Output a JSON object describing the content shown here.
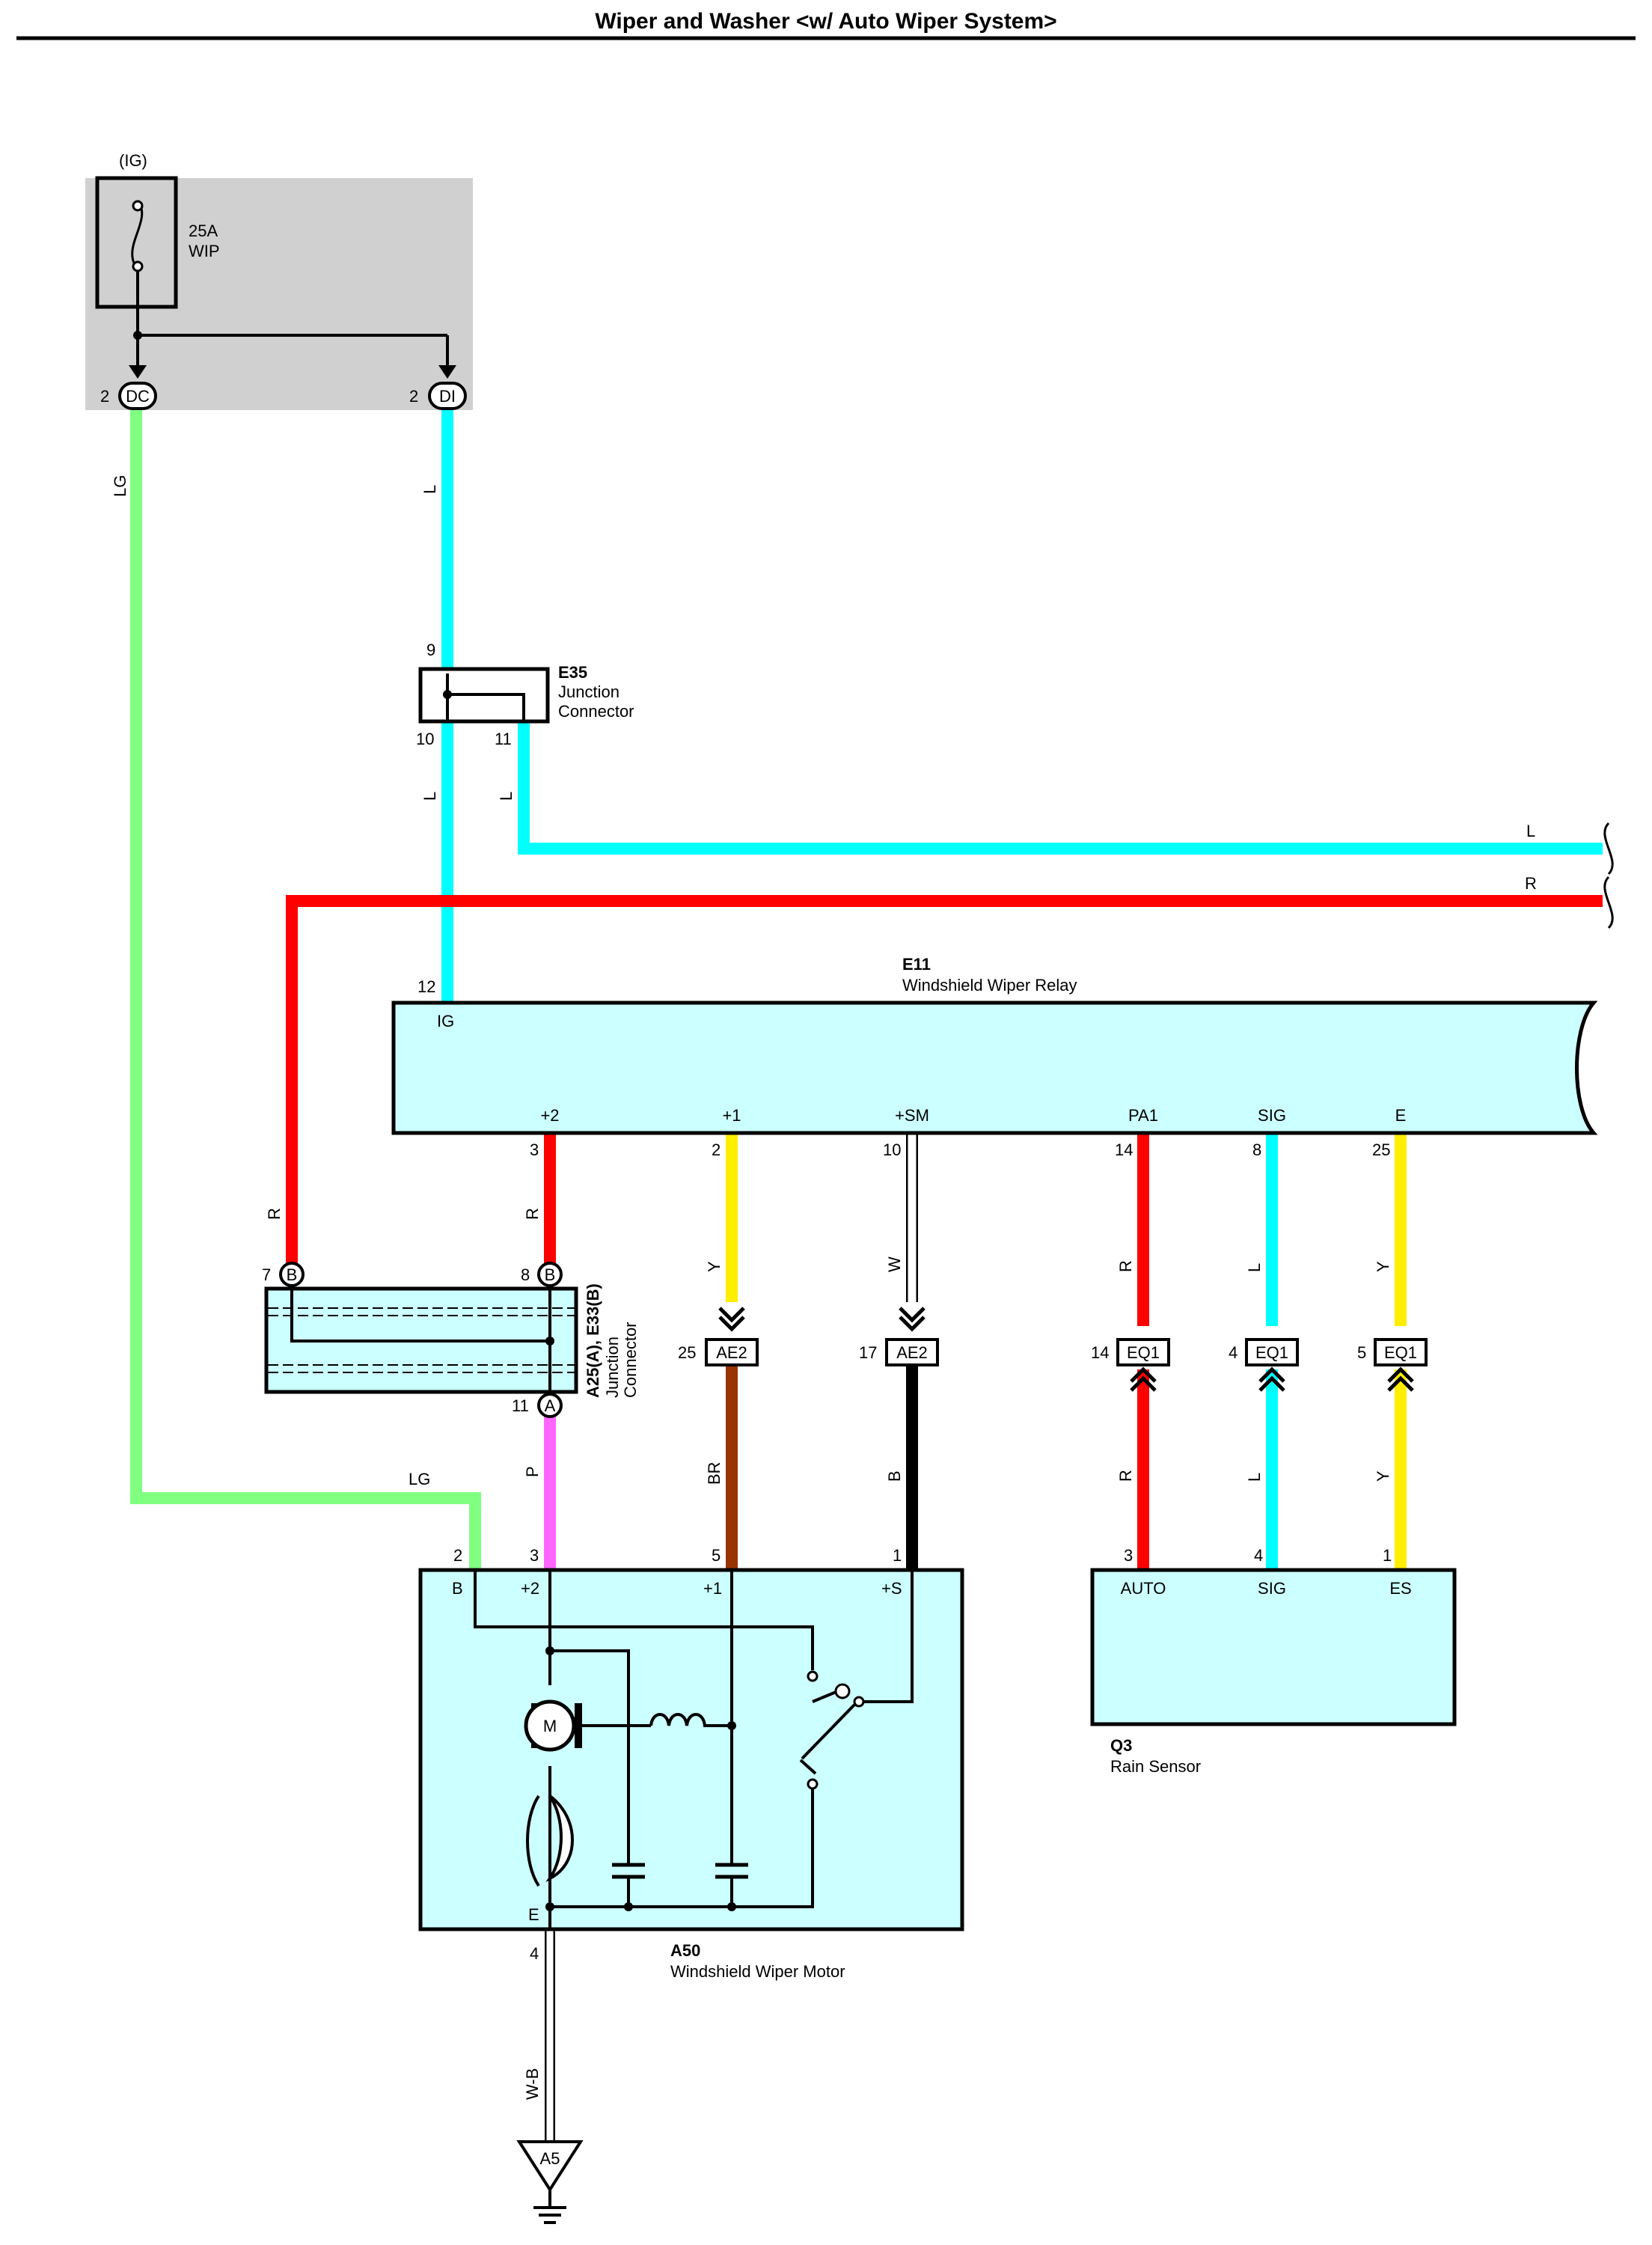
{
  "title": "Wiper and Washer <w/ Auto Wiper System>",
  "colors": {
    "LG": "#80ff80",
    "L": "#00ffff",
    "R": "#ff0000",
    "Y": "#ffee00",
    "W": "#ffffff",
    "BR": "#993300",
    "B": "#000000",
    "P": "#ff66ff",
    "W-B": "#ffffff",
    "component_fill": "#ccffff",
    "fuse_box_fill": "#d0d0d0"
  },
  "fuse_block": {
    "label": "(IG)",
    "fuse_rating": "25A",
    "fuse_name": "WIP",
    "pin_dc": "2",
    "code_dc": "DC",
    "pin_di": "2",
    "code_di": "DI"
  },
  "e35": {
    "code": "E35",
    "name_line1": "Junction",
    "name_line2": "Connector",
    "pin_in": "9",
    "pin_out1": "10",
    "pin_out2": "11"
  },
  "e11": {
    "code": "E11",
    "name": "Windshield Wiper Relay",
    "pin_ig_num": "12",
    "pin_ig": "IG",
    "pins": [
      {
        "name": "+2",
        "num": "3"
      },
      {
        "name": "+1",
        "num": "2"
      },
      {
        "name": "+SM",
        "num": "10"
      },
      {
        "name": "PA1",
        "num": "14"
      },
      {
        "name": "SIG",
        "num": "8"
      },
      {
        "name": "E",
        "num": "25"
      }
    ]
  },
  "junction_a25": {
    "code": "A25(A), E33(B)",
    "name_line1": "Junction",
    "name_line2": "Connector",
    "pin7": "7",
    "pin7_code": "B",
    "pin8": "8",
    "pin8_code": "B",
    "pin11": "11",
    "pin11_code": "A"
  },
  "inline_connectors": [
    {
      "pin": "25",
      "code": "AE2"
    },
    {
      "pin": "17",
      "code": "AE2"
    },
    {
      "pin": "14",
      "code": "EQ1"
    },
    {
      "pin": "4",
      "code": "EQ1"
    },
    {
      "pin": "5",
      "code": "EQ1"
    }
  ],
  "a50": {
    "code": "A50",
    "name": "Windshield Wiper Motor",
    "pin_b_num": "2",
    "pin_b": "B",
    "pin_p2_num": "3",
    "pin_p2": "+2",
    "pin_p1_num": "5",
    "pin_p1": "+1",
    "pin_s_num": "1",
    "pin_s": "+S",
    "pin_e": "E",
    "pin_e_num": "4",
    "motor": "M"
  },
  "q3": {
    "code": "Q3",
    "name": "Rain Sensor",
    "pins": [
      {
        "name": "AUTO",
        "num": "3"
      },
      {
        "name": "SIG",
        "num": "4"
      },
      {
        "name": "ES",
        "num": "1"
      }
    ]
  },
  "ground": {
    "code": "A5"
  },
  "wire_labels": {
    "lg_vertical": "LG",
    "l_fuse_e35": "L",
    "l_e35_e11": "L",
    "l_e35_right": "L",
    "l_right_end": "L",
    "r_right_end": "R",
    "r_left_vertical": "R",
    "r_relay_plus2": "R",
    "y_relay_plus1": "Y",
    "w_relay_sm": "W",
    "r_relay_pa1": "R",
    "l_relay_sig": "L",
    "y_relay_e": "Y",
    "br_motor": "BR",
    "b_motor": "B",
    "r_sensor": "R",
    "l_sensor": "L",
    "y_sensor": "Y",
    "p_motor": "P",
    "lg_motor": "LG",
    "wb_ground": "W-B"
  }
}
